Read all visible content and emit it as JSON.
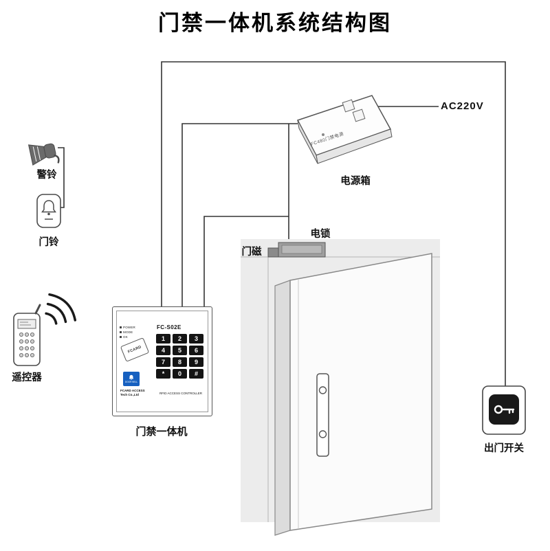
{
  "title": "门禁一体机系统结构图",
  "labels": {
    "alarm_bell": "警铃",
    "doorbell": "门铃",
    "remote": "遥控器",
    "controller": "门禁一体机",
    "power_box": "电源箱",
    "ac_voltage": "AC220V",
    "electric_lock": "电锁",
    "door_magnet": "门磁",
    "exit_switch": "出门开关"
  },
  "controller_device": {
    "model": "FC-S02E",
    "leds": [
      "POWER",
      "MODE",
      "OK"
    ],
    "card_text": "FCARD",
    "doorbell_button": "DOOR BELL",
    "keys": [
      "1",
      "2",
      "3",
      "4",
      "5",
      "6",
      "7",
      "8",
      "9",
      "*",
      "0",
      "#"
    ],
    "brand_line1": "FCARD ACCESS",
    "brand_line2": "Tech Co.,Ltd",
    "footer": "RFID ACCESS CONTROLLER"
  },
  "power_supply": {
    "panel_text": "FC480门禁电源"
  },
  "colors": {
    "wire": "#333333",
    "wall": "#ececec",
    "key": "#141414",
    "doorbell_blue": "#1660c0"
  }
}
